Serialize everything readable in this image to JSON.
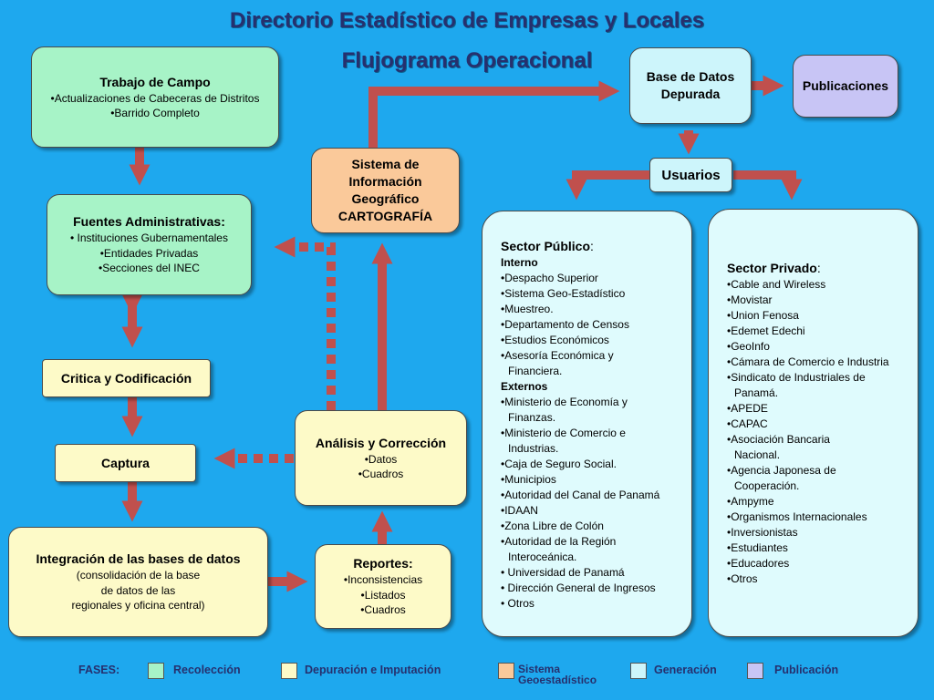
{
  "title": {
    "line1": "Directorio Estadístico de Empresas y Locales",
    "line2": "Flujograma Operacional"
  },
  "boxes": {
    "trabajo_campo": {
      "head": "Trabajo de Campo",
      "items": [
        "•Actualizaciones de Cabeceras de Distritos",
        "•Barrido Completo"
      ]
    },
    "fuentes": {
      "head": "Fuentes Administrativas:",
      "items": [
        "• Instituciones Gubernamentales",
        "•Entidades Privadas",
        "•Secciones del INEC"
      ]
    },
    "critica": {
      "head": "Critica y Codificación"
    },
    "captura": {
      "head": "Captura"
    },
    "integracion": {
      "head": "Integración de las bases de datos",
      "items": [
        "(consolidación de la base",
        "de datos  de las",
        "regionales  y oficina central)"
      ]
    },
    "reportes": {
      "head": "Reportes:",
      "items": [
        "•Inconsistencias",
        "•Listados",
        "•Cuadros"
      ]
    },
    "analisis": {
      "head": "Análisis y Corrección",
      "items": [
        "•Datos",
        "•Cuadros"
      ]
    },
    "sig": {
      "lines": [
        "Sistema de",
        "Información",
        "Geográfico",
        "CARTOGRAFÍA"
      ]
    },
    "base_datos": {
      "lines": [
        "Base de Datos",
        "Depurada"
      ]
    },
    "publicaciones": {
      "head": "Publicaciones"
    },
    "usuarios": {
      "head": "Usuarios"
    },
    "sector_publico": {
      "head": "Sector Público",
      "colon": ":",
      "lines": [
        {
          "t": "Interno",
          "cat": true
        },
        {
          "t": "•Despacho Superior"
        },
        {
          "t": "•Sistema Geo-Estadístico"
        },
        {
          "t": "•Muestreo."
        },
        {
          "t": "•Departamento de Censos"
        },
        {
          "t": "•Estudios Económicos"
        },
        {
          "t": "•Asesoría Económica y"
        },
        {
          "t": "Financiera.",
          "indent": true
        },
        {
          "t": "Externos",
          "cat": true
        },
        {
          "t": "•Ministerio de Economía y"
        },
        {
          "t": "Finanzas.",
          "indent": true
        },
        {
          "t": "•Ministerio de Comercio e"
        },
        {
          "t": "Industrias.",
          "indent": true
        },
        {
          "t": "•Caja de Seguro Social."
        },
        {
          "t": "•Municipios"
        },
        {
          "t": "•Autoridad del Canal de Panamá"
        },
        {
          "t": "•IDAAN"
        },
        {
          "t": "•Zona Libre de Colón"
        },
        {
          "t": "•Autoridad de la Región"
        },
        {
          "t": "Interoceánica.",
          "indent": true
        },
        {
          "t": "• Universidad de Panamá"
        },
        {
          "t": "• Dirección General de Ingresos"
        },
        {
          "t": "• Otros"
        }
      ]
    },
    "sector_privado": {
      "head": "Sector Privado",
      "colon": ":",
      "lines": [
        {
          "t": "•Cable and Wireless"
        },
        {
          "t": "•Movistar"
        },
        {
          "t": "•Union Fenosa"
        },
        {
          "t": "•Edemet Edechi"
        },
        {
          "t": "•GeoInfo"
        },
        {
          "t": "•Cámara de Comercio e Industria"
        },
        {
          "t": "•Sindicato de Industriales de"
        },
        {
          "t": "Panamá.",
          "indent": true
        },
        {
          "t": "•APEDE"
        },
        {
          "t": "•CAPAC"
        },
        {
          "t": "•Asociación Bancaria"
        },
        {
          "t": "Nacional.",
          "indent": true
        },
        {
          "t": "•Agencia Japonesa de"
        },
        {
          "t": "Cooperación.",
          "indent": true
        },
        {
          "t": "•Ampyme"
        },
        {
          "t": "•Organismos Internacionales"
        },
        {
          "t": "•Inversionistas"
        },
        {
          "t": "•Estudiantes"
        },
        {
          "t": "•Educadores"
        },
        {
          "t": "•Otros"
        }
      ]
    }
  },
  "legend": {
    "fases": "FASES:",
    "items": [
      {
        "label": "Recolección",
        "color": "#a7f3c7"
      },
      {
        "label": "Depuración e Imputación",
        "color": "#fdfac8"
      },
      {
        "label": "Sistema\nGeoestadístico",
        "color": "#fac99a"
      },
      {
        "label": "Generación",
        "color": "#cdf5fb"
      },
      {
        "label": "Publicación",
        "color": "#c8c5f5"
      }
    ]
  },
  "colors": {
    "background": "#1ea8ee",
    "arrow": "#c0504d",
    "title": "#26306e"
  }
}
